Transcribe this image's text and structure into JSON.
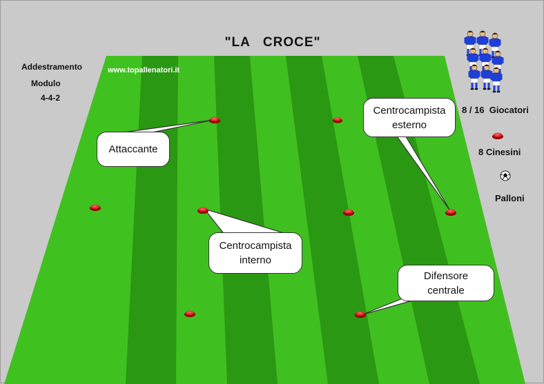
{
  "title": "\"LA   CROCE\"",
  "info": {
    "training": "Addestramento",
    "module_label": "Modulo",
    "formation": "4-4-2"
  },
  "website": "www.topallenatori.it",
  "equipment": {
    "players": "8 / 16  Giocatori",
    "cones": "8 Cinesini",
    "balls": "Palloni"
  },
  "callouts": {
    "attaccante": "Attaccante",
    "centrocampista_esterno": "Centrocampista\nesterno",
    "centrocampista_interno": "Centrocampista\ninterno",
    "difensore_centrale": "Difensore\ncentrale"
  },
  "colors": {
    "stripe_light": "#3fbf1f",
    "stripe_dark": "#2a9a12",
    "cone": "#e81818",
    "player_shirt": "#1f3fd8",
    "background": "#cacaca"
  },
  "icons": [
    "player-icon",
    "cone-icon",
    "ball-icon"
  ]
}
